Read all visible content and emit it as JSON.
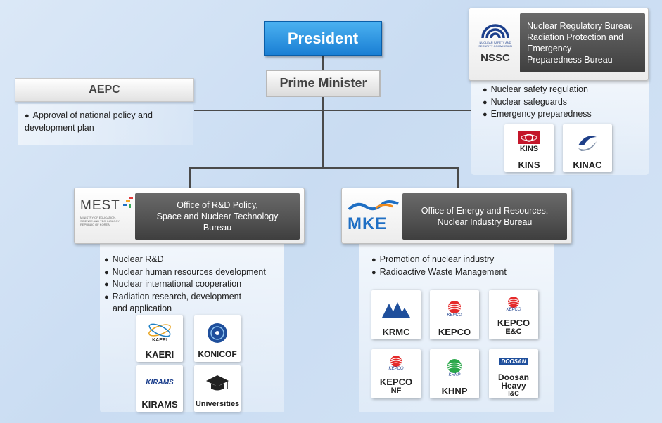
{
  "president": "President",
  "prime_minister": "Prime Minister",
  "aepc": {
    "title": "AEPC",
    "items": [
      "Approval of national policy and development plan"
    ]
  },
  "nssc": {
    "logo_text": "NSSC",
    "logo_subtext": "NUCLEAR SAFETY AND SECURITY COMMISSION",
    "bureau_line1": "Nuclear Regulatory Bureau",
    "bureau_line2": "Radiation Protection and",
    "bureau_line3": "Emergency",
    "bureau_line4": "Preparedness Bureau",
    "items": [
      "Nuclear safety regulation",
      "Nuclear safeguards",
      "Emergency preparedness"
    ],
    "orgs": [
      {
        "name": "KINS",
        "logo": "KINS"
      },
      {
        "name": "KINAC"
      }
    ]
  },
  "mest": {
    "logo_text": "MEST",
    "logo_subtext": "MINISTRY OF EDUCATION, SCIENCE AND TECHNOLOGY REPUBLIC OF KOREA",
    "bureau_line1": "Office of R&D Policy,",
    "bureau_line2": "Space and Nuclear Technology",
    "bureau_line3": "Bureau",
    "items": [
      "Nuclear R&D",
      "Nuclear human resources development",
      "Nuclear international cooperation",
      "Radiation research, development",
      "and application"
    ],
    "orgs": [
      {
        "name": "KAERI",
        "logo": "KAERI"
      },
      {
        "name": "KONICOF"
      },
      {
        "name": "KIRAMS",
        "logo": "KIRAMS"
      },
      {
        "name": "Universities"
      }
    ]
  },
  "mke": {
    "logo_text": "MKE",
    "bureau_line1": "Office of Energy and Resources,",
    "bureau_line2": "Nuclear Industry Bureau",
    "items": [
      "Promotion of nuclear industry",
      "Radioactive Waste Management"
    ],
    "orgs": [
      {
        "name": "KRMC"
      },
      {
        "name": "KEPCO",
        "logo": "KEPCO"
      },
      {
        "name": "KEPCO",
        "name2": "E&C",
        "logo": "KEPCO"
      },
      {
        "name": "KEPCO",
        "name2": "NF",
        "logo": "KEPCO"
      },
      {
        "name": "KHNP",
        "logo": "KHNP"
      },
      {
        "name": "Doosan",
        "name2": "Heavy",
        "name3": "I&C",
        "logo": "DOOSAN"
      }
    ]
  },
  "colors": {
    "president_blue": "#1a7fd4",
    "kepco_red": "#e52a2a",
    "khnp_green": "#2aa84a",
    "mke_blue": "#1f6fc4",
    "mke_orange": "#f08a1c"
  }
}
